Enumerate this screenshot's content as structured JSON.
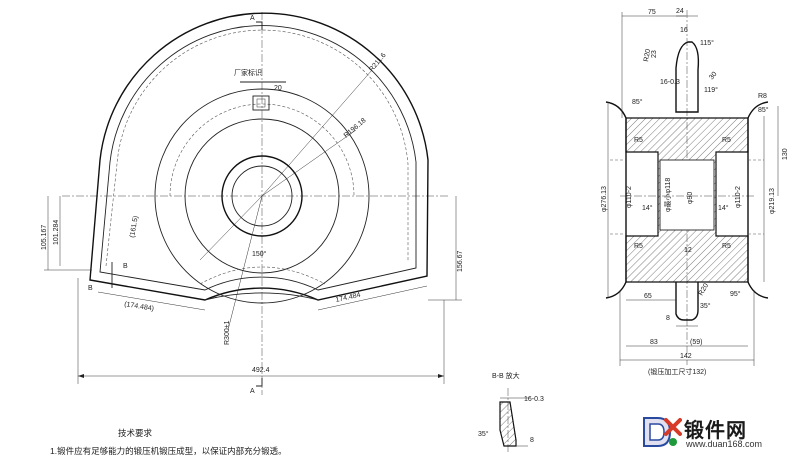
{
  "front_view": {
    "section_mark_top": "A",
    "section_mark_bottom": "A",
    "plate_label": "厂家标识",
    "dims": {
      "plate_width": "20",
      "outer_radius": "R211.6",
      "inner_radius": "R196.18",
      "left_height_a": "105.167",
      "left_height_b": "101.284",
      "angle_small": "(161.5)",
      "angle_center": "150°",
      "bottom_span": "174.484",
      "bottom_span_left": "(174.484)",
      "bottom_radius": "R300±1",
      "right_height": "156.67",
      "total_width": "492.4",
      "section_b": "B"
    }
  },
  "side_view": {
    "dims": {
      "top_75": "75",
      "top_24": "24",
      "top_16": "16",
      "top_115deg": "115°",
      "r20_top": "R20",
      "d23": "23",
      "d16_03": "16-0.3",
      "d30": "30",
      "d119deg": "119°",
      "r8": "R8",
      "d85deg_left": "85°",
      "d85deg_right": "85°",
      "r5_a": "R5",
      "r5_b": "R5",
      "r5_c": "R5",
      "r5_d": "R5",
      "d130": "130",
      "dia_276": "φ276.13",
      "dia_110a": "φ110-2",
      "dia_118": "φ最小φ118",
      "dia_90": "φ90",
      "dia_110b": "φ110-2",
      "dia_219": "φ219.13",
      "d14_left": "14°",
      "d14_right": "14°",
      "d12": "12",
      "d65": "65",
      "r20_bot": "R20",
      "d35deg": "35°",
      "d95deg": "95°",
      "d8": "8",
      "d83": "83",
      "d59": "(59)",
      "d142": "142",
      "note_bottom": "(锻压加工尺寸132)"
    }
  },
  "section_bb": {
    "title": "B-B 放大",
    "d16": "16-0.3",
    "d35": "35°",
    "d8": "8"
  },
  "notes": {
    "heading": "技术要求",
    "line1": "1.锻件应有足够能力的锻压机锻压成型，以保证内部充分锻透。"
  },
  "watermark": {
    "name": "锻件网",
    "url": "www.duan168.com"
  }
}
